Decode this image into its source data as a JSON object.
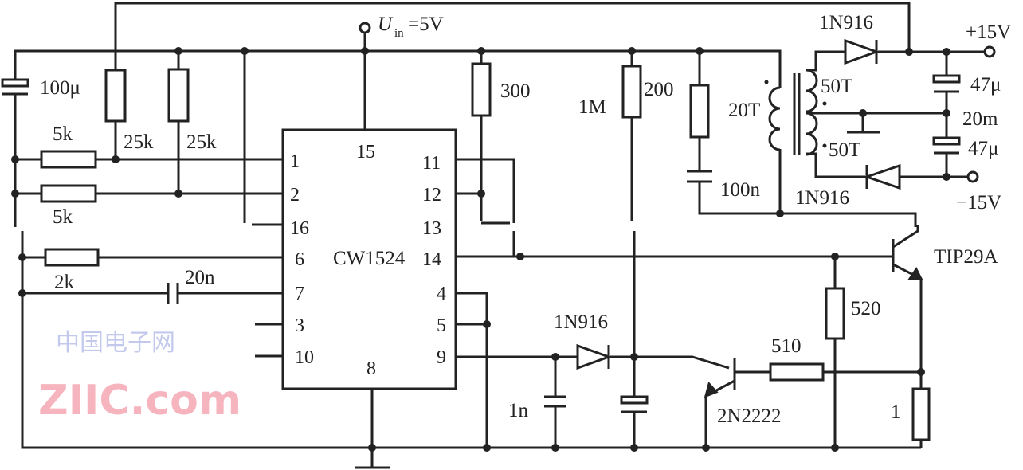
{
  "supply": {
    "input": "U",
    "input_sub": "in",
    "input_value": "=5V",
    "pos_out": "+15V",
    "neg_out": "−15V"
  },
  "ic": {
    "name": "CW1524",
    "pins": {
      "p1": "1",
      "p2": "2",
      "p16": "16",
      "p6": "6",
      "p7": "7",
      "p3": "3",
      "p10": "10",
      "p15": "15",
      "p8": "8",
      "p11": "11",
      "p12": "12",
      "p13": "13",
      "p14": "14",
      "p4": "4",
      "p5": "5",
      "p9": "9"
    }
  },
  "components": {
    "c_100u": "100μ",
    "r_5k_a": "5k",
    "r_5k_b": "5k",
    "r_25k_a": "25k",
    "r_25k_b": "25k",
    "r_300": "300",
    "r_1m": "1M",
    "r_200": "200",
    "c_100n": "100n",
    "r_2k": "2k",
    "c_20n": "20n",
    "d_top": "1N916",
    "d_bottom": "1N916",
    "d_mid": "1N916",
    "primary": "20T",
    "sec_top": "50T",
    "sec_bottom": "50T",
    "c_47u_a": "47μ",
    "c_47u_b": "47μ",
    "c_20m": "20m",
    "q_power": "TIP29A",
    "q_small": "2N2222",
    "r_520": "520",
    "r_510": "510",
    "c_1n": "1n",
    "r_1": "1"
  },
  "watermark": {
    "cn": "中国电子网",
    "logo": "ZIIC.com"
  }
}
